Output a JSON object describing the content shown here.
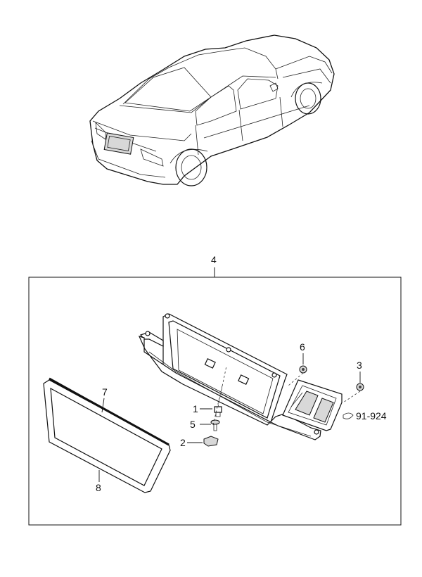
{
  "callouts": {
    "assembly": "4",
    "p1": "1",
    "p2": "2",
    "p3": "3",
    "p5": "5",
    "p6": "6",
    "p7": "7",
    "p8": "8",
    "ref": "91-924"
  },
  "icons": {
    "car": "sedan-rear-three-quarter-icon",
    "frame": "garnish-frame-icon"
  }
}
